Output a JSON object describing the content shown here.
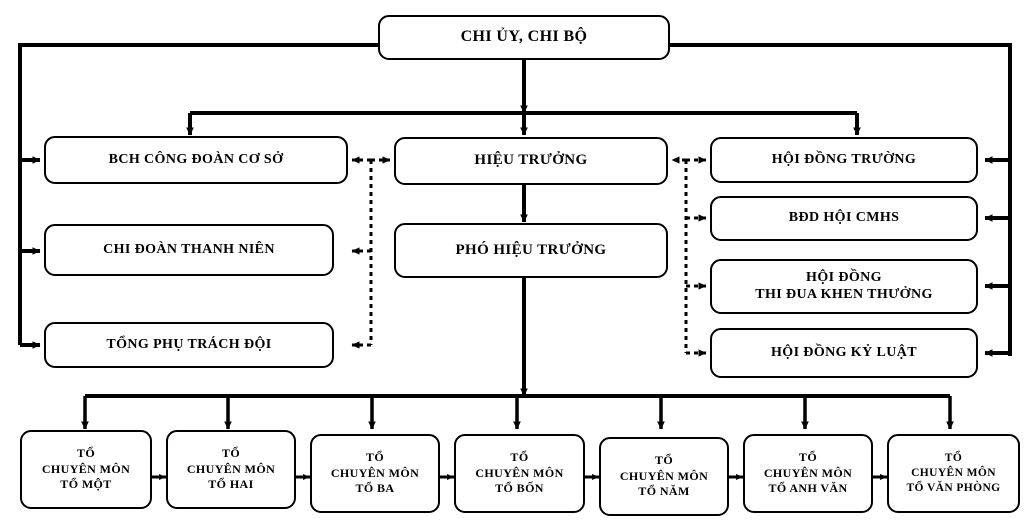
{
  "diagram": {
    "title": "So do to chuc nha truong",
    "type": "organizational-chart",
    "line_color": "#000000",
    "box_border_color": "#000000",
    "background": "#ffffff"
  },
  "top": {
    "label": "CHI ỦY, CHI BỘ"
  },
  "center": {
    "principal": "HIỆU TRƯỞNG",
    "vice_principal": "PHÓ HIỆU TRƯỞNG"
  },
  "left_column": {
    "items": [
      {
        "label": "BCH CÔNG ĐOÀN CƠ SỞ"
      },
      {
        "label": "CHI ĐOÀN THANH NIÊN"
      },
      {
        "label": "TỔNG PHỤ TRÁCH ĐỘI"
      }
    ]
  },
  "right_column": {
    "items": [
      {
        "line1": "HỘI ĐỒNG TRƯỜNG",
        "line2": ""
      },
      {
        "line1": "BĐD HỘI CMHS",
        "line2": ""
      },
      {
        "line1": "HỘI ĐỒNG",
        "line2": "THI ĐUA KHEN THƯỞNG"
      },
      {
        "line1": "HỘI ĐỒNG KỶ LUẬT",
        "line2": ""
      }
    ]
  },
  "bottom_row": {
    "items": [
      {
        "line1": "TỔ",
        "line2": "CHUYÊN MÔN",
        "line3": "TỔ MỘT"
      },
      {
        "line1": "TỔ",
        "line2": "CHUYÊN MÔN",
        "line3": "TỔ HAI"
      },
      {
        "line1": "TỔ",
        "line2": "CHUYÊN MÔN",
        "line3": "TỔ BA"
      },
      {
        "line1": "TỔ",
        "line2": "CHUYÊN MÔN",
        "line3": "TỔ BỐN"
      },
      {
        "line1": "TỔ",
        "line2": "CHUYÊN MÔN",
        "line3": "TỔ NĂM"
      },
      {
        "line1": "TỔ",
        "line2": "CHUYÊN MÔN",
        "line3": "TỔ ANH VĂN"
      },
      {
        "line1": "TỔ",
        "line2": "CHUYÊN MÔN",
        "line3": "TỔ VĂN PHÒNG"
      }
    ]
  },
  "connectors": {
    "solid_style": "solid-arrow",
    "dotted_style": "dotted-arrow",
    "bidirectional_style": "double-arrow"
  }
}
